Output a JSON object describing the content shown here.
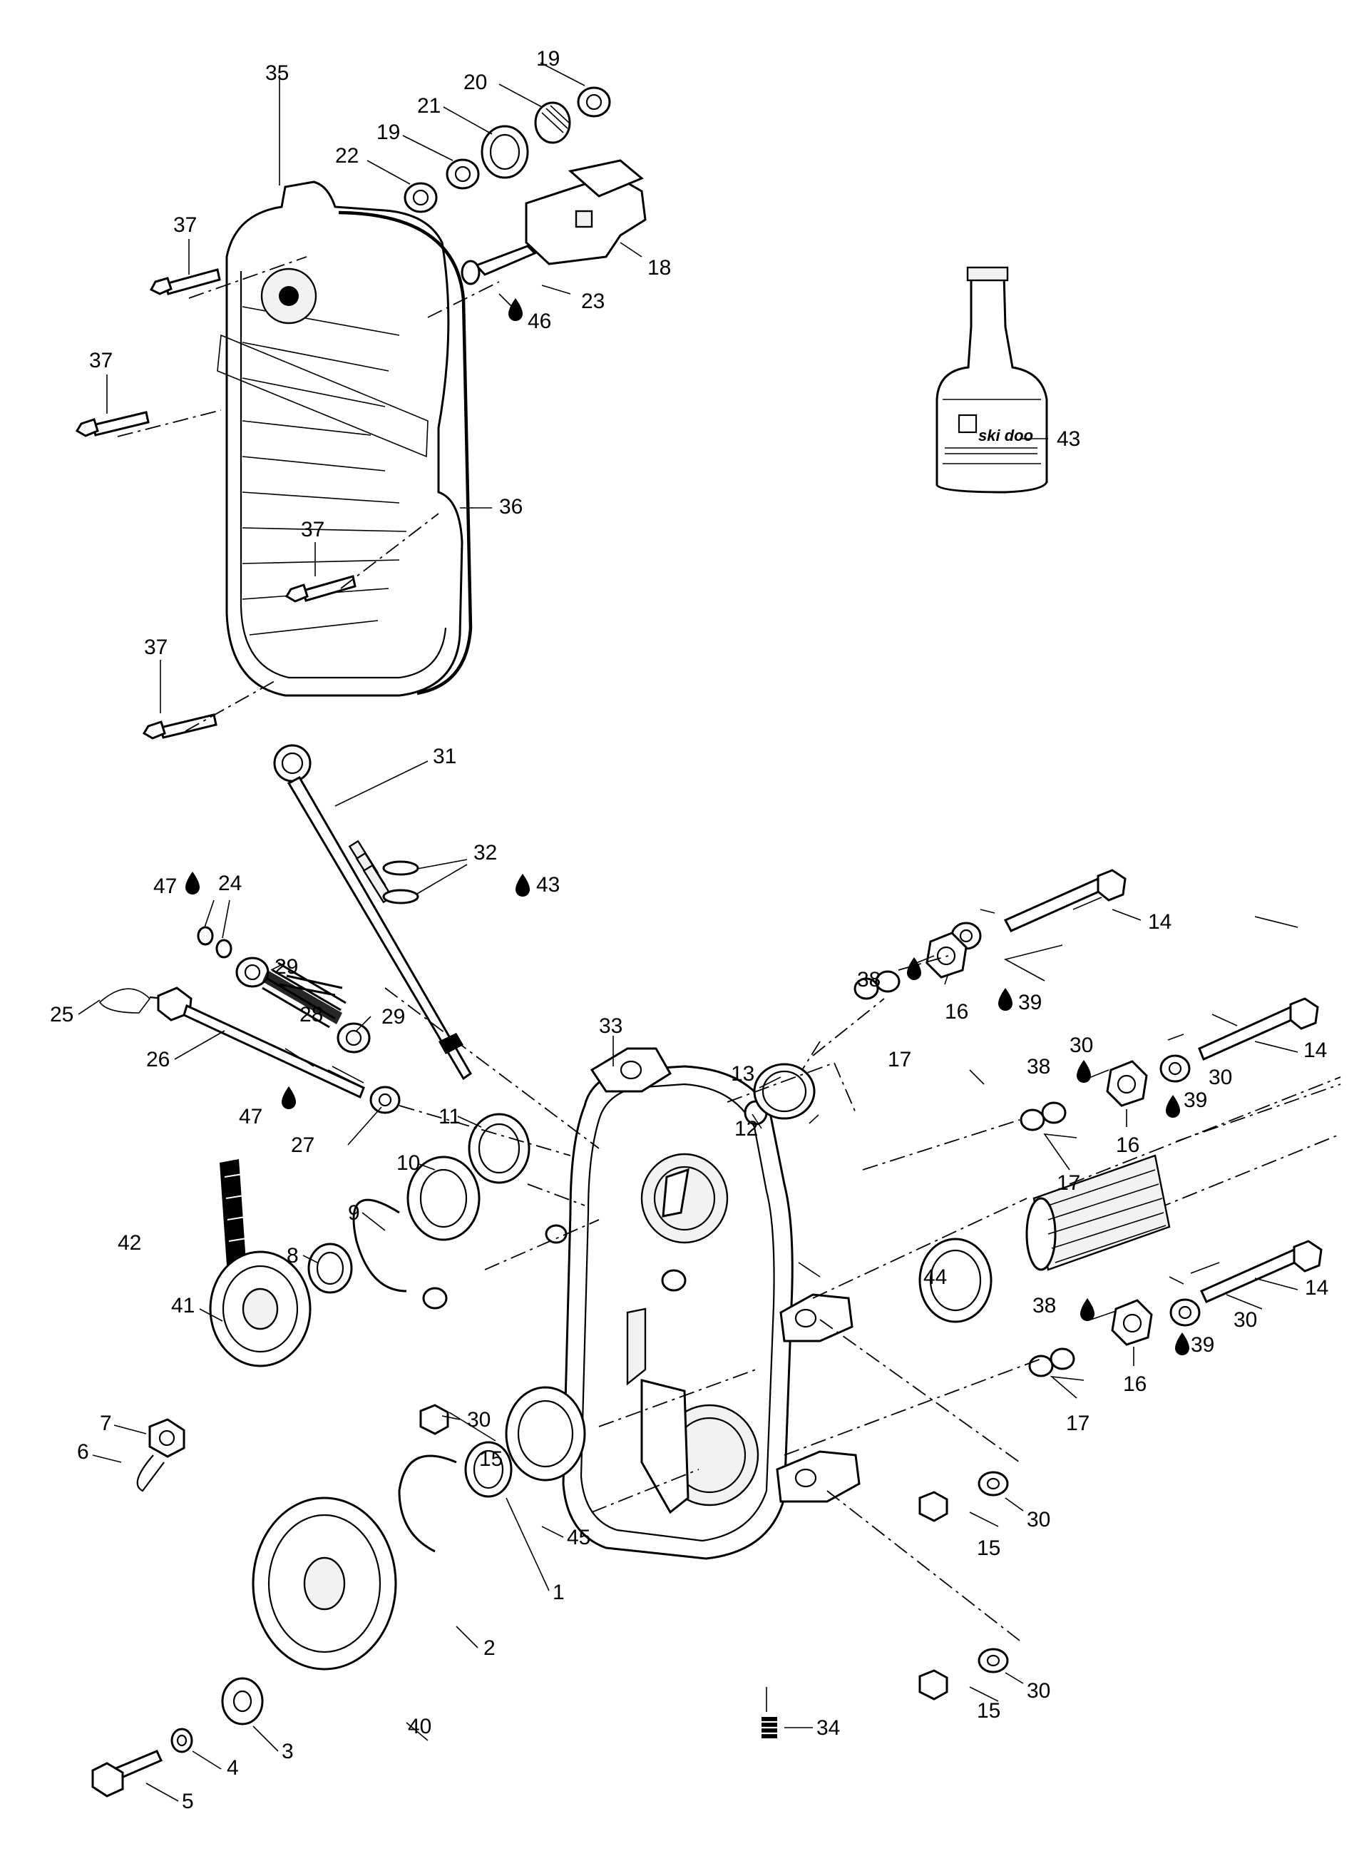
{
  "callouts": {
    "c1": "1",
    "c2": "2",
    "c3": "3",
    "c4": "4",
    "c5": "5",
    "c6": "6",
    "c7": "7",
    "c8": "8",
    "c9": "9",
    "c10": "10",
    "c11": "11",
    "c12": "12",
    "c13": "13",
    "c14a": "14",
    "c14b": "14",
    "c14c": "14",
    "c15a": "15",
    "c15b": "15",
    "c15c": "15",
    "c16a": "16",
    "c16b": "16",
    "c16c": "16",
    "c17a": "17",
    "c17b": "17",
    "c17c": "17",
    "c18": "18",
    "c19a": "19",
    "c19b": "19",
    "c20": "20",
    "c21": "21",
    "c22": "22",
    "c23": "23",
    "c24": "24",
    "c25": "25",
    "c26": "26",
    "c27": "27",
    "c28": "28",
    "c29a": "29",
    "c29b": "29",
    "c30a": "30",
    "c30b": "30",
    "c30c": "30",
    "c30d": "30",
    "c30e": "30",
    "c30f": "30",
    "c31": "31",
    "c32": "32",
    "c33": "33",
    "c34": "34",
    "c35": "35",
    "c36": "36",
    "c37a": "37",
    "c37b": "37",
    "c37c": "37",
    "c37d": "37",
    "c38a": "38",
    "c38b": "38",
    "c38c": "38",
    "c39a": "39",
    "c39b": "39",
    "c39c": "39",
    "c40": "40",
    "c41": "41",
    "c42": "42",
    "c43a": "43",
    "c43b": "43",
    "c44": "44",
    "c45": "45",
    "c46": "46",
    "c47a": "47",
    "c47b": "47"
  },
  "bottle_label": "ski doo",
  "icons": {
    "lubricant_drop": "oil-drop-icon"
  }
}
